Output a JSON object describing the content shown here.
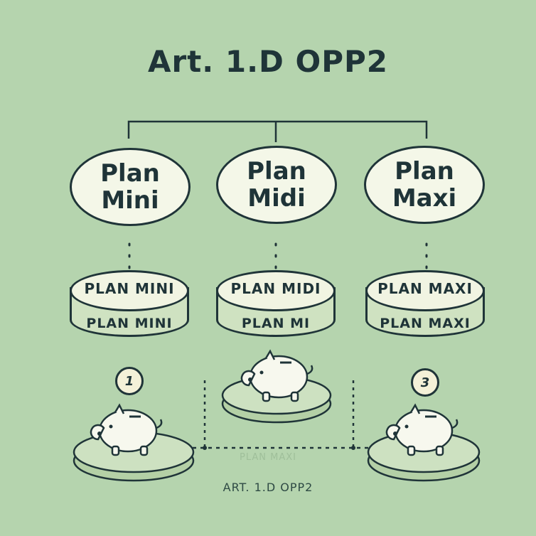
{
  "title": "Art. 1.D OPP2",
  "plans": [
    {
      "line1": "Plan",
      "line2": "Mini",
      "cyl_top": "PLAN MINI",
      "cyl_bottom": "PLAN MINI",
      "coin": "1"
    },
    {
      "line1": "Plan",
      "line2": "Midi",
      "cyl_top": "PLAN MIDI",
      "cyl_bottom": "PLAN MI",
      "coin": ""
    },
    {
      "line1": "Plan",
      "line2": "Maxi",
      "cyl_top": "PLAN MAXI",
      "cyl_bottom": "PLAN MAXI",
      "coin": "3"
    }
  ],
  "ghost_label": "PLAN MAXI",
  "footer": "ART. 1.D OPP2",
  "colors": {
    "background": "#b5d4ae",
    "ink": "#1f3438",
    "cream": "#f4f7e8",
    "disc": "#c3dbb5"
  }
}
